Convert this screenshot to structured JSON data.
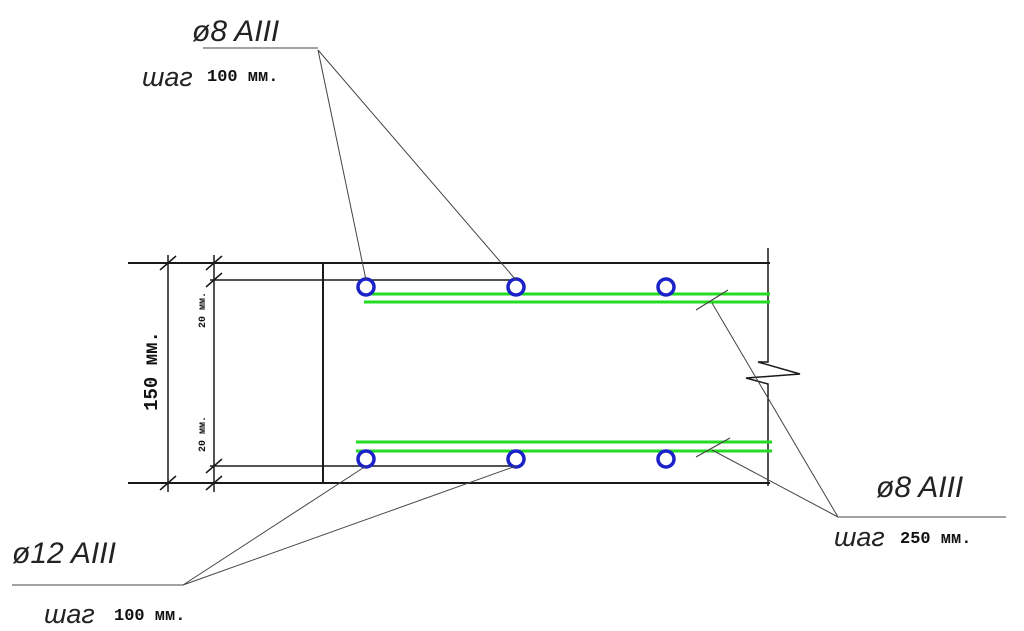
{
  "labels": {
    "top_bar": "ø8  AIII",
    "top_step_word": "шаг",
    "top_step_value": "100 мм.",
    "bottom_bar": "ø12  AIII",
    "bottom_step_word": "шаг",
    "bottom_step_value": "100 мм.",
    "right_bar": "ø8 AIII",
    "right_step_word": "шаг",
    "right_step_value": "250 мм."
  },
  "dimensions": {
    "height": "150 мм.",
    "cover_top": "20 мм.",
    "cover_bottom": "20 мм."
  },
  "colors": {
    "outline": "#1a1a1a",
    "rebar_circle": "#1a22c8",
    "distribution_bar": "#22dd22"
  }
}
